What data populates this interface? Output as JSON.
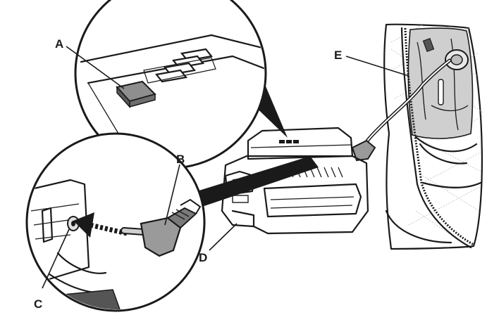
{
  "callouts": {
    "a": "A",
    "b": "B",
    "c": "C",
    "d": "D",
    "e": "E"
  },
  "colors": {
    "ink": "#1a1a1a",
    "button_gray": "#8e8e8e",
    "jacket_lining": "#cfcfcf",
    "paper": "#ffffff"
  }
}
